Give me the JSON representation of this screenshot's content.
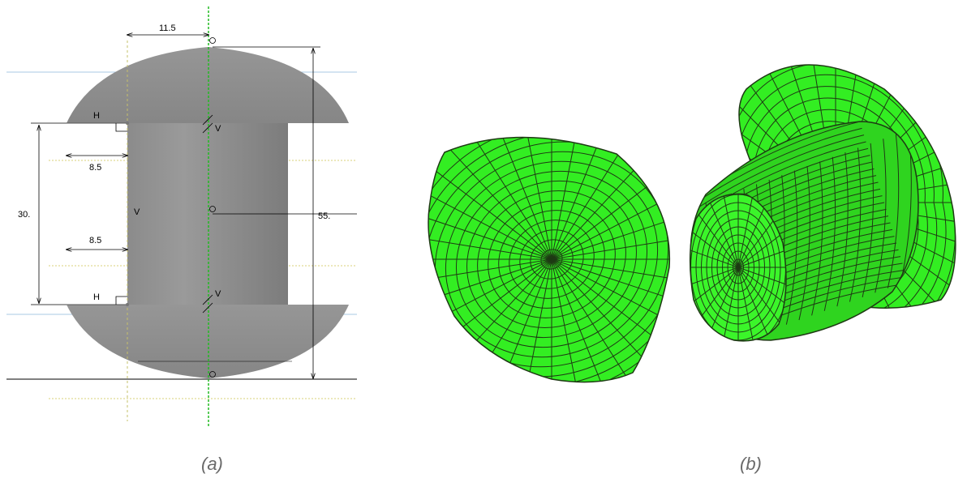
{
  "panel_a": {
    "dimensions": {
      "top_width": "11.5",
      "total_height": "55.",
      "shank_length": "30.",
      "offset_upper": "8.5",
      "offset_lower": "8.5"
    },
    "constraints": {
      "horizontal_upper": "H",
      "horizontal_lower": "H",
      "vertical_left": "V",
      "vertical_axis_upper": "V",
      "vertical_axis_lower": "V"
    },
    "caption": "(a)"
  },
  "panel_b": {
    "caption": "(b)"
  },
  "colors": {
    "sketch_fill": "#8e8e8e",
    "mesh_fill": "#33ee22",
    "mesh_line": "#1e3a14",
    "centerline": "#22bb22",
    "guide_blue": "#a9c9e3",
    "guide_yellow": "#d9d27a"
  }
}
